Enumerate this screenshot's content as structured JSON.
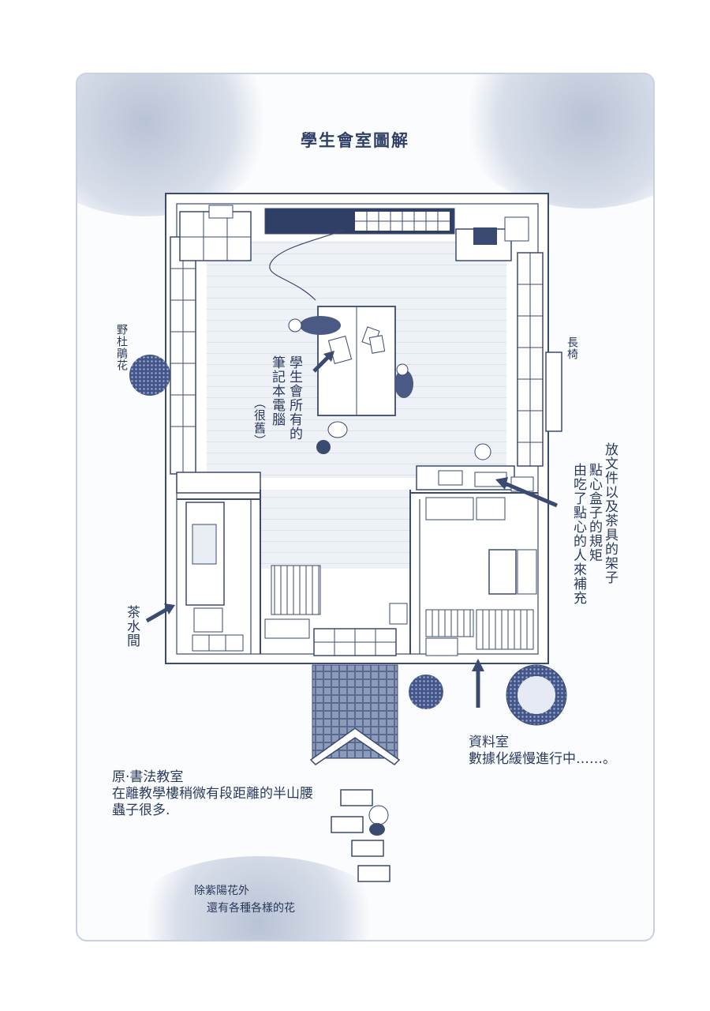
{
  "title": "學生會室圖解",
  "labels": {
    "flowers_left": "野杜鵑花",
    "bench": "長椅",
    "laptop_col1": "學生會所有的",
    "laptop_col2": "筆記本電腦",
    "laptop_col3": "（很舊）",
    "shelf_col1": "放文件以及茶具的架子",
    "shelf_col2": "點心盒子的規矩",
    "shelf_col3": "由吃了點心的人來補充",
    "tea_room": "茶水間",
    "archive_line1": "資料室",
    "archive_line2": "數據化緩慢進行中……。",
    "origin_line1": "原·書法教室",
    "origin_line2": "在離教學樓稍微有段距離的半山腰",
    "origin_line3": "蟲子很多.",
    "bottom_line1": "除紫陽花外",
    "bottom_line2": "還有各種各樣的花"
  },
  "colors": {
    "ink": "#2b3a5c",
    "line": "#3a4a70",
    "shade": "#c4cddd",
    "floor": "#e9edf4"
  }
}
